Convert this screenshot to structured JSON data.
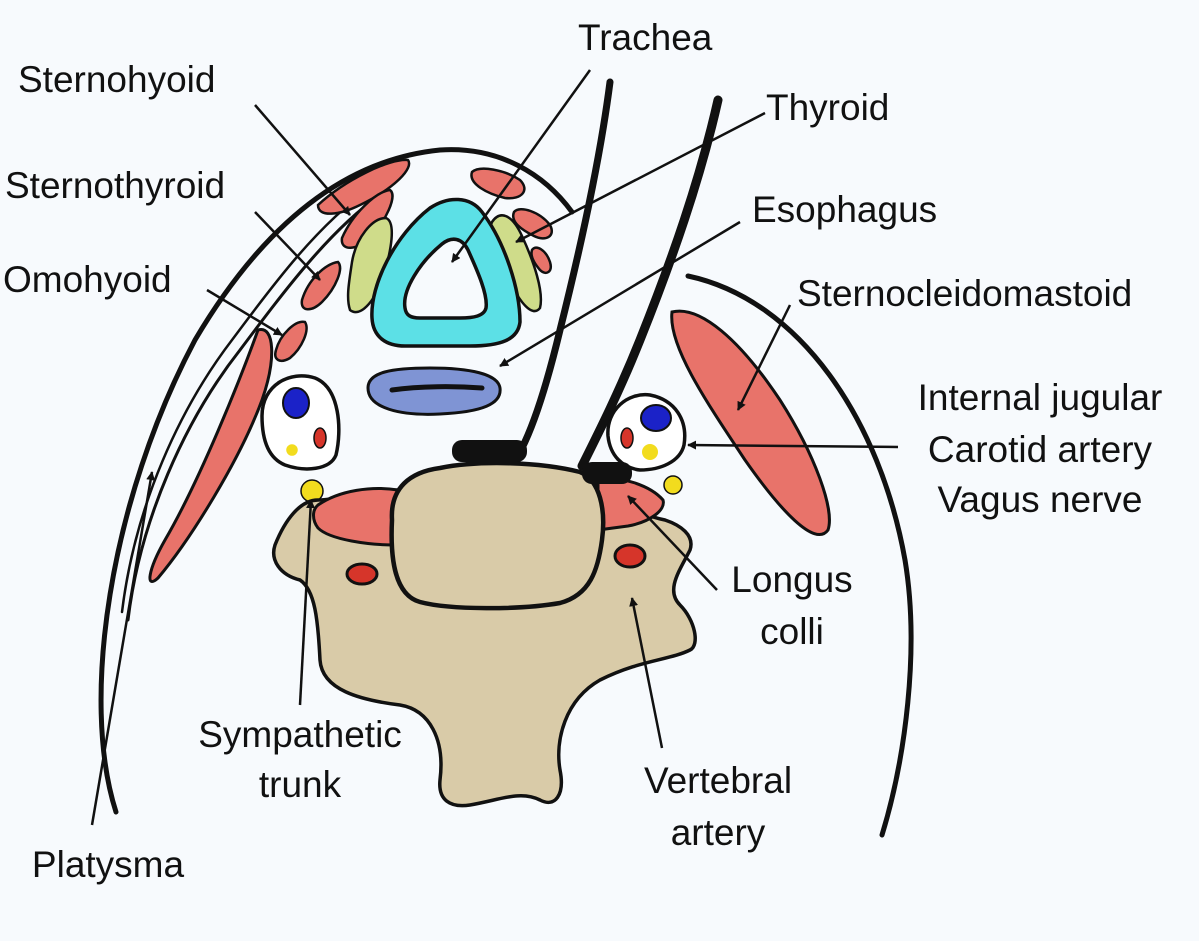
{
  "labels": {
    "sternohyoid": "Sternohyoid",
    "sternothyroid": "Sternothyroid",
    "omohyoid": "Omohyoid",
    "trachea": "Trachea",
    "thyroid": "Thyroid",
    "esophagus": "Esophagus",
    "sternocleidomastoid": "Sternocleidomastoid",
    "internal_jugular": "Internal jugular",
    "carotid_artery": "Carotid artery",
    "vagus_nerve": "Vagus nerve",
    "longus_colli_line1": "Longus",
    "longus_colli_line2": "colli",
    "sympathetic_trunk_line1": "Sympathetic",
    "sympathetic_trunk_line2": "trunk",
    "vertebral_artery_line1": "Vertebral",
    "vertebral_artery_line2": "artery",
    "platysma": "Platysma"
  },
  "colors": {
    "background": "#f7fafd",
    "muscle": "#e8736a",
    "trachea": "#5ce0e6",
    "thyroid": "#cfdc8a",
    "esophagus": "#7f94d4",
    "vein": "#1b22c8",
    "artery": "#d6352a",
    "nerve": "#f2dc1e",
    "bone": "#d9cba8",
    "outline": "#111111"
  }
}
